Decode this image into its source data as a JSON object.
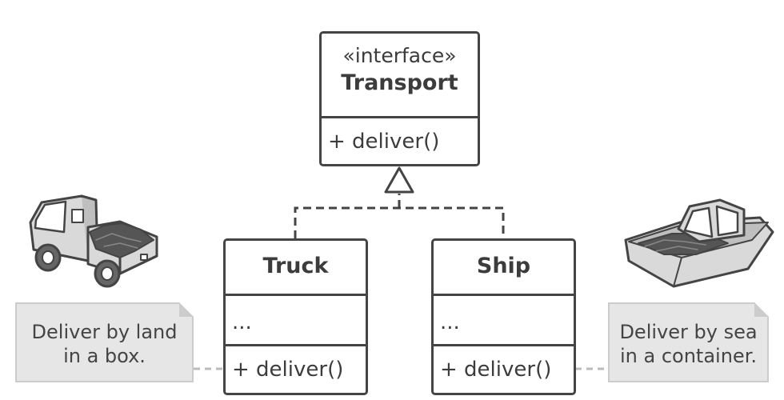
{
  "interface_box": {
    "stereotype": "«interface»",
    "name": "Transport",
    "method": "+ deliver()"
  },
  "truck_class": {
    "name": "Truck",
    "fields": "...",
    "method": "+ deliver()"
  },
  "ship_class": {
    "name": "Ship",
    "fields": "...",
    "method": "+ deliver()"
  },
  "notes": {
    "truck": {
      "line1": "Deliver by land",
      "line2": "in a box."
    },
    "ship": {
      "line1": "Deliver by sea",
      "line2": "in a container."
    }
  },
  "colors": {
    "outline": "#444444",
    "note_fill": "#e6e6e6",
    "note_border": "#cccccc",
    "dash": "#bbbbbb",
    "vehicle_body": "#d9d9d9",
    "cargo": "#555555"
  }
}
